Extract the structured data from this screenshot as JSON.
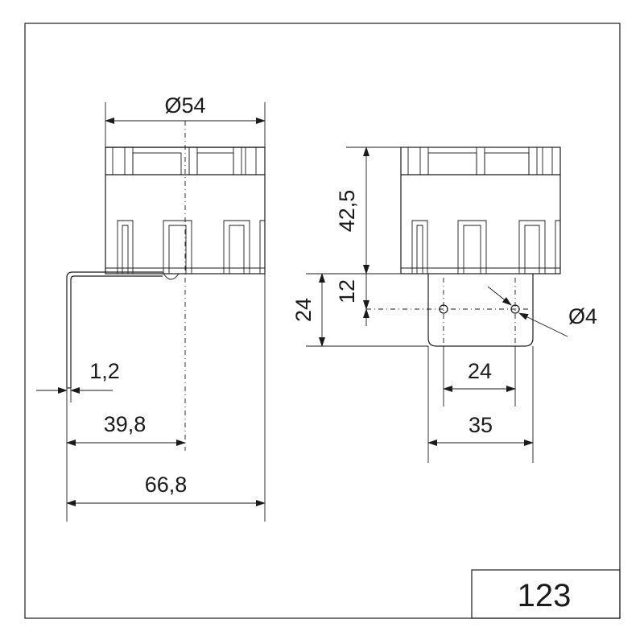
{
  "drawing": {
    "left_view": {
      "diameter_label": "Ø54",
      "thickness_label": "1,2",
      "axis_offset_label": "39,8",
      "total_depth_label": "66,8"
    },
    "right_view": {
      "height_label": "42,5",
      "bracket_height_label": "24",
      "hole_offset_label": "12",
      "hole_diameter_label": "Ø4",
      "hole_spacing_label": "24",
      "bracket_width_label": "35"
    },
    "title_block": {
      "drawing_number": "123"
    }
  }
}
